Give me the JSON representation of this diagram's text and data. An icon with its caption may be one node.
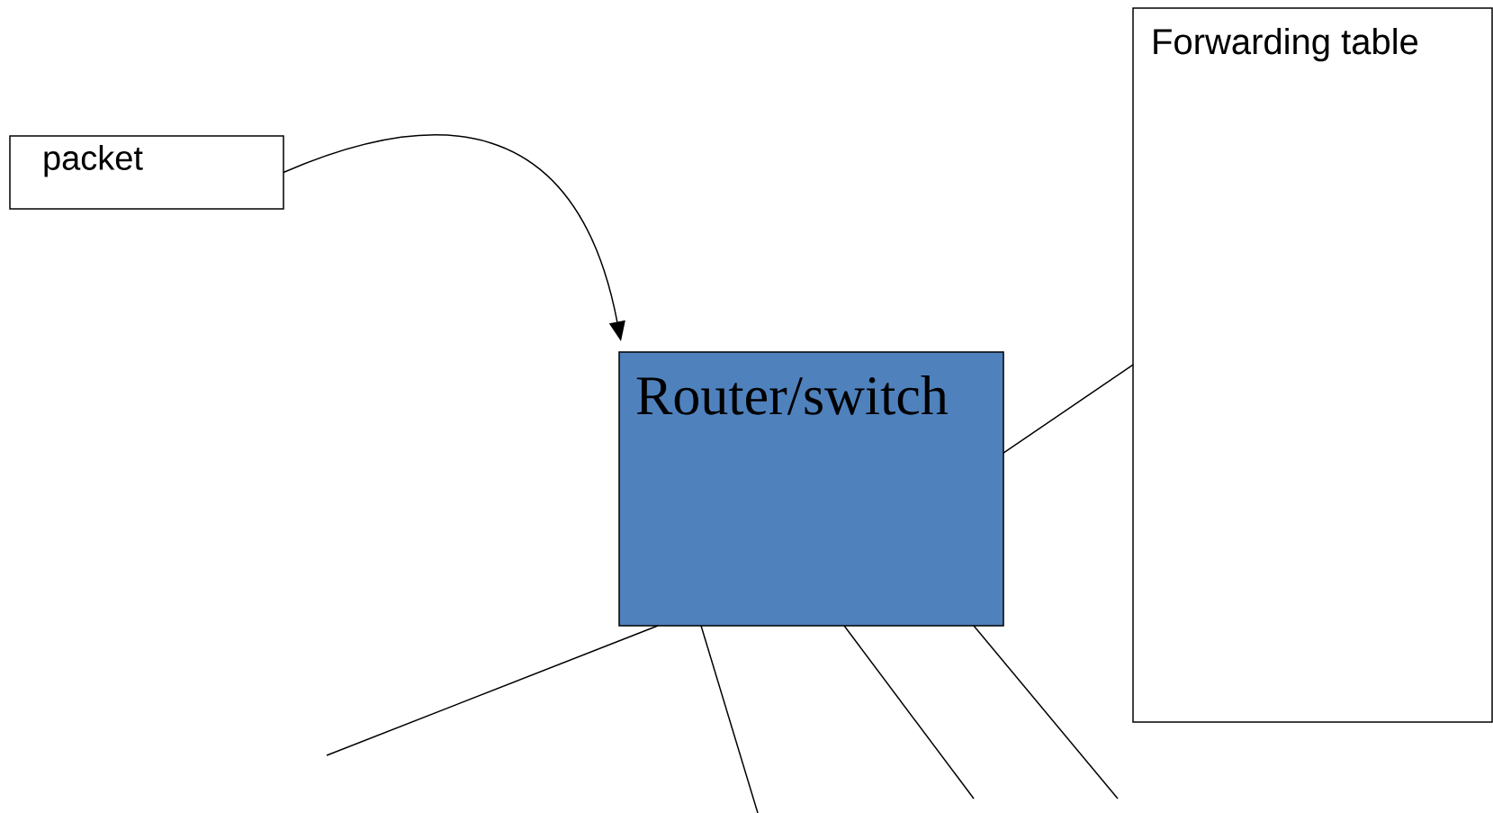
{
  "diagram": {
    "nodes": [
      {
        "text": [
          "packet"
        ]
      },
      {
        "text": [
          "Router/switch"
        ]
      },
      {
        "text": [
          "Forwarding table"
        ]
      }
    ],
    "edges": [
      {
        "from": 0,
        "to": 1,
        "arrow": "to"
      },
      {
        "from": 1,
        "to": 2,
        "arrow": "none"
      },
      {
        "from": 1,
        "to": null,
        "arrow": "none"
      },
      {
        "from": 1,
        "to": null,
        "arrow": "none"
      },
      {
        "from": 1,
        "to": null,
        "arrow": "none"
      },
      {
        "from": 1,
        "to": null,
        "arrow": "none"
      }
    ]
  }
}
